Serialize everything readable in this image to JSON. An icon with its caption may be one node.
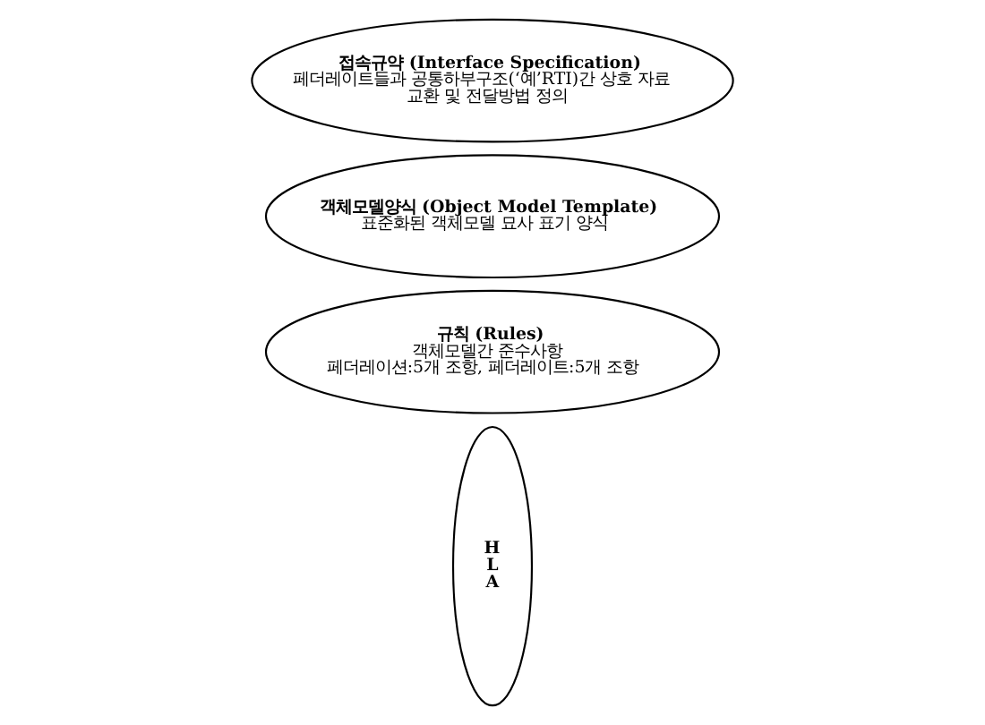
{
  "diagram": {
    "nodes": [
      {
        "text": [
          "H",
          "L",
          "A"
        ]
      },
      {
        "text": [
          "규칙 (Rules)",
          "객체모델간 준수사항",
          "페더레이션:5개 조항, 페더레이트:5개 조항"
        ]
      },
      {
        "text": [
          "객체모델양식 (Object Model Template)",
          "표준화된 객체모델 묘사 표기 양식"
        ]
      },
      {
        "text": [
          "접속규약 (Interface Specification)",
          "페더레이트들과 공통하부구조(‘예’RTI)간 상호 자료 교환 및 전달방법 정의"
        ]
      }
    ],
    "edges": []
  }
}
